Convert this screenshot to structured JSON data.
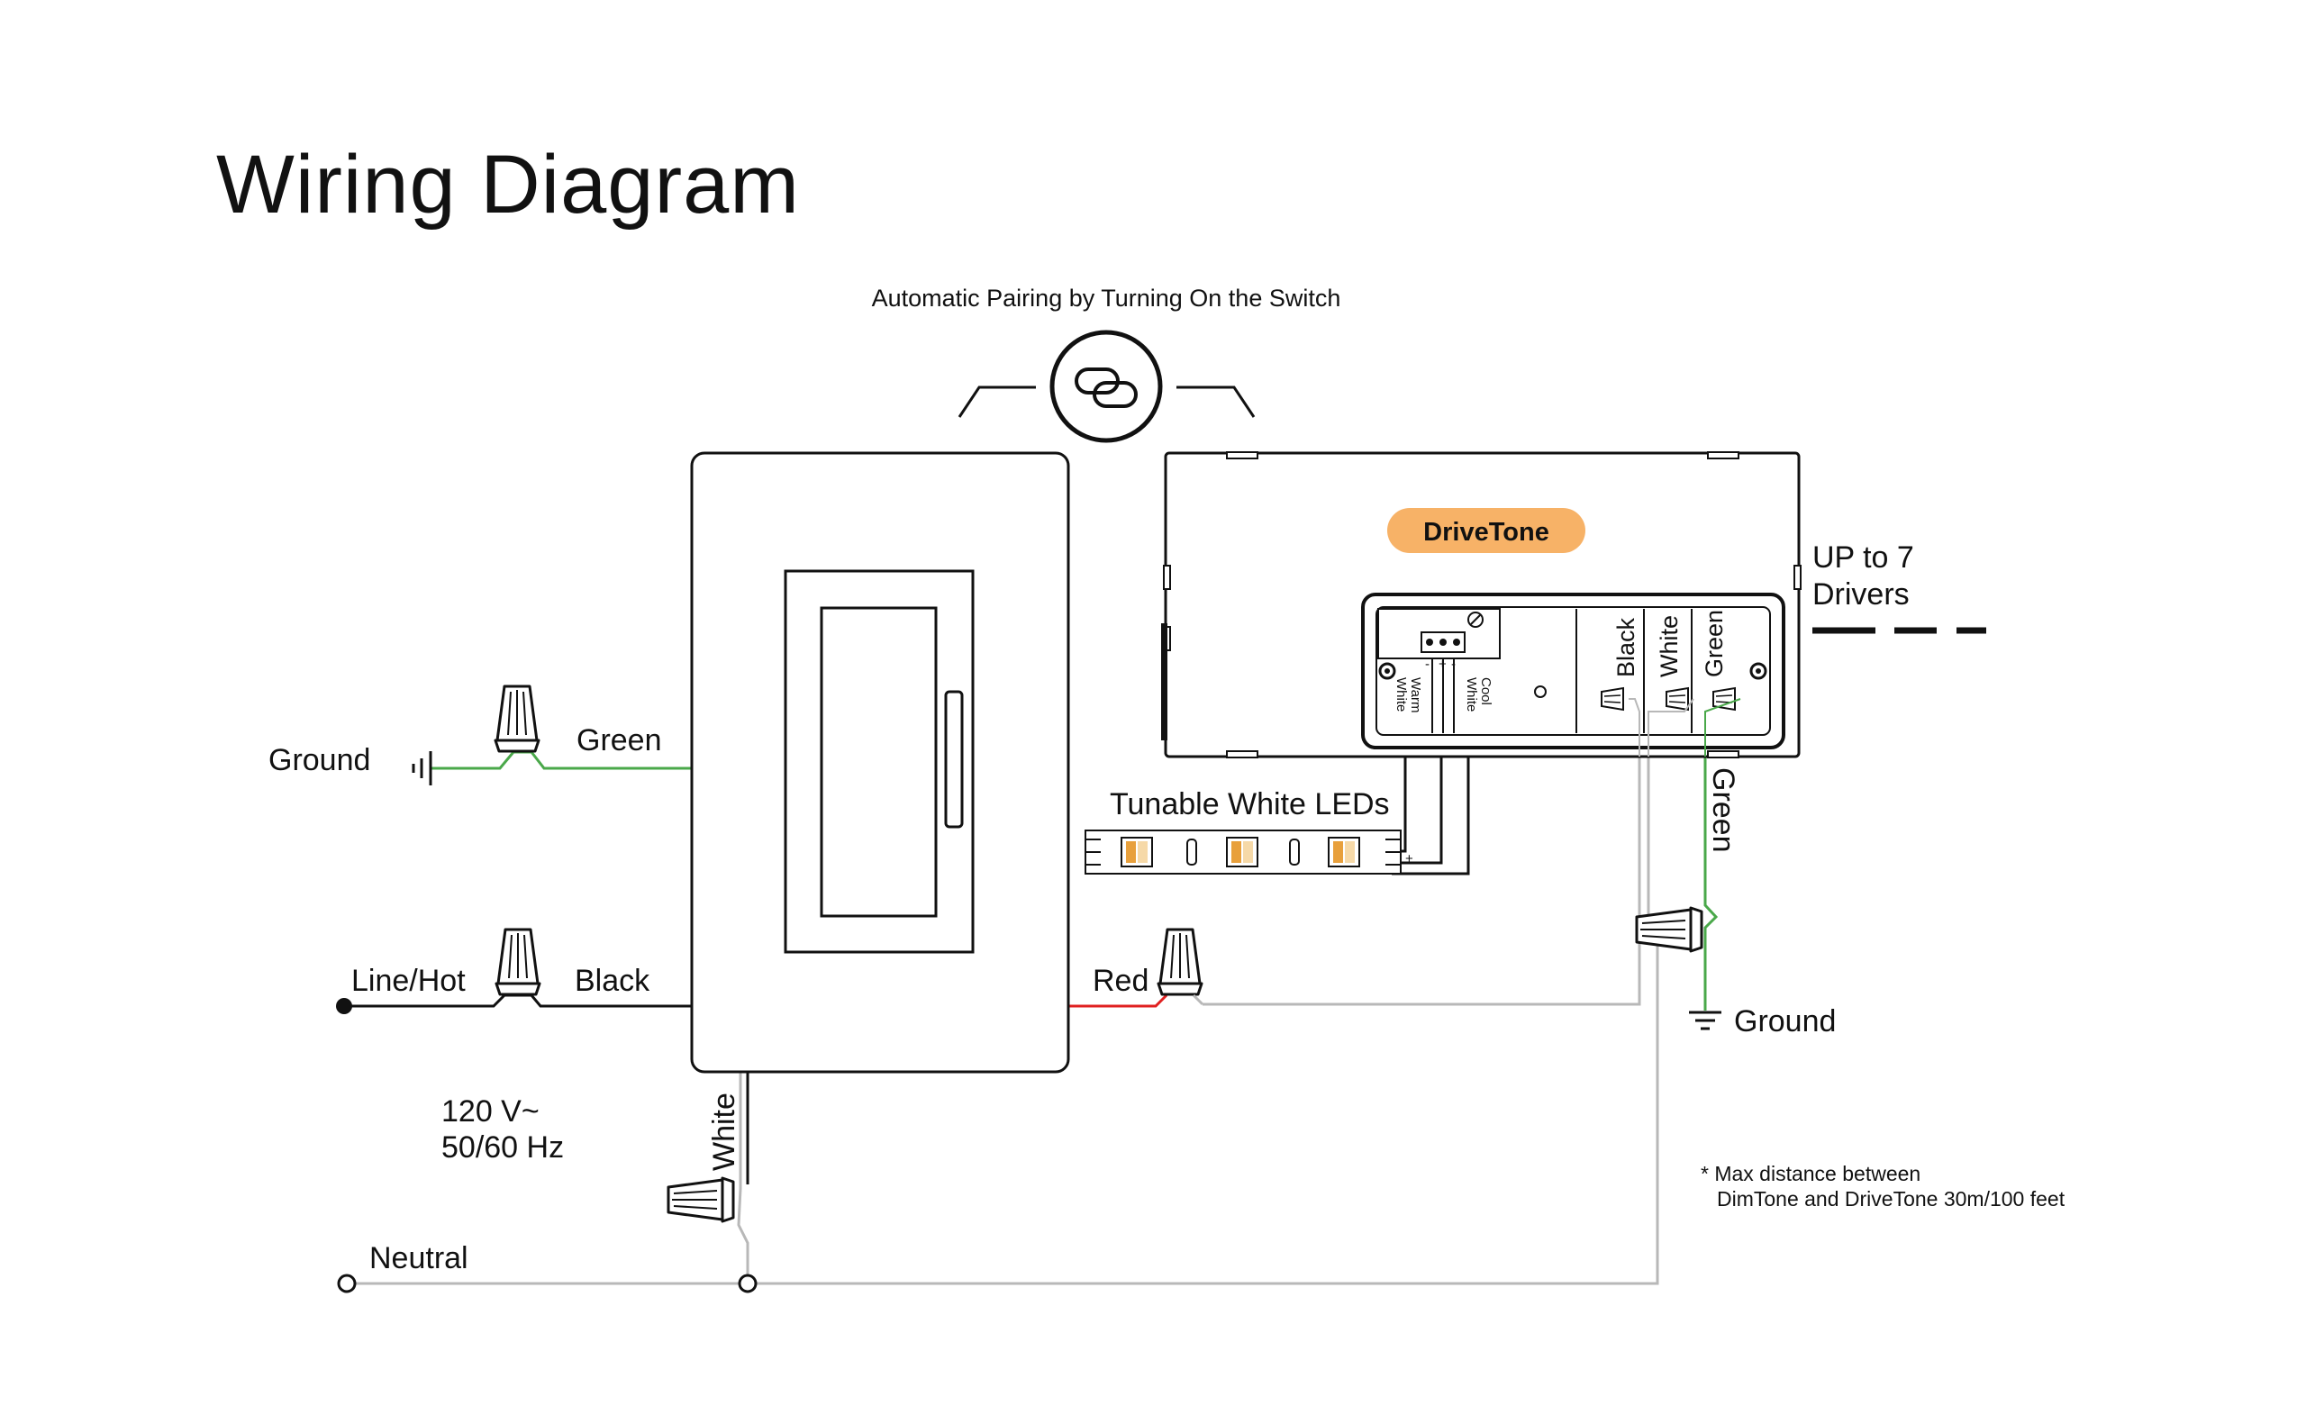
{
  "title": "Wiring Diagram",
  "pairing_label": "Automatic Pairing by Turning On the Switch",
  "device_badge": "DriveTone",
  "up_to_label": [
    "UP to 7",
    "Drivers"
  ],
  "led_label": "Tunable White LEDs",
  "labels": {
    "ground_left": "Ground",
    "green_left": "Green",
    "line_hot": "Line/Hot",
    "black_left": "Black",
    "red": "Red",
    "voltage": "120 V~",
    "frequency": "50/60 Hz",
    "white_vertical": "White",
    "neutral": "Neutral",
    "green_right_vertical": "Green",
    "ground_right": "Ground"
  },
  "terminals": {
    "black": "Black",
    "white": "White",
    "green": "Green",
    "warm": [
      "Warm",
      "White"
    ],
    "cool": [
      "Cool",
      "White"
    ],
    "plus": "+",
    "minus": "-"
  },
  "note": [
    "* Max distance between",
    "DimTone and DriveTone 30m/100 feet"
  ],
  "colors": {
    "badge": "#f7b267",
    "green_wire": "#4aa84a",
    "red_wire": "#e02020",
    "neutral_wire": "#b8b8b8",
    "line": "#111111",
    "warm_led": "#e8a03c"
  },
  "icons": [
    "link-icon",
    "ground-symbol-icon",
    "wire-nut-icon",
    "led-chip-icon",
    "potentiometer-icon"
  ]
}
